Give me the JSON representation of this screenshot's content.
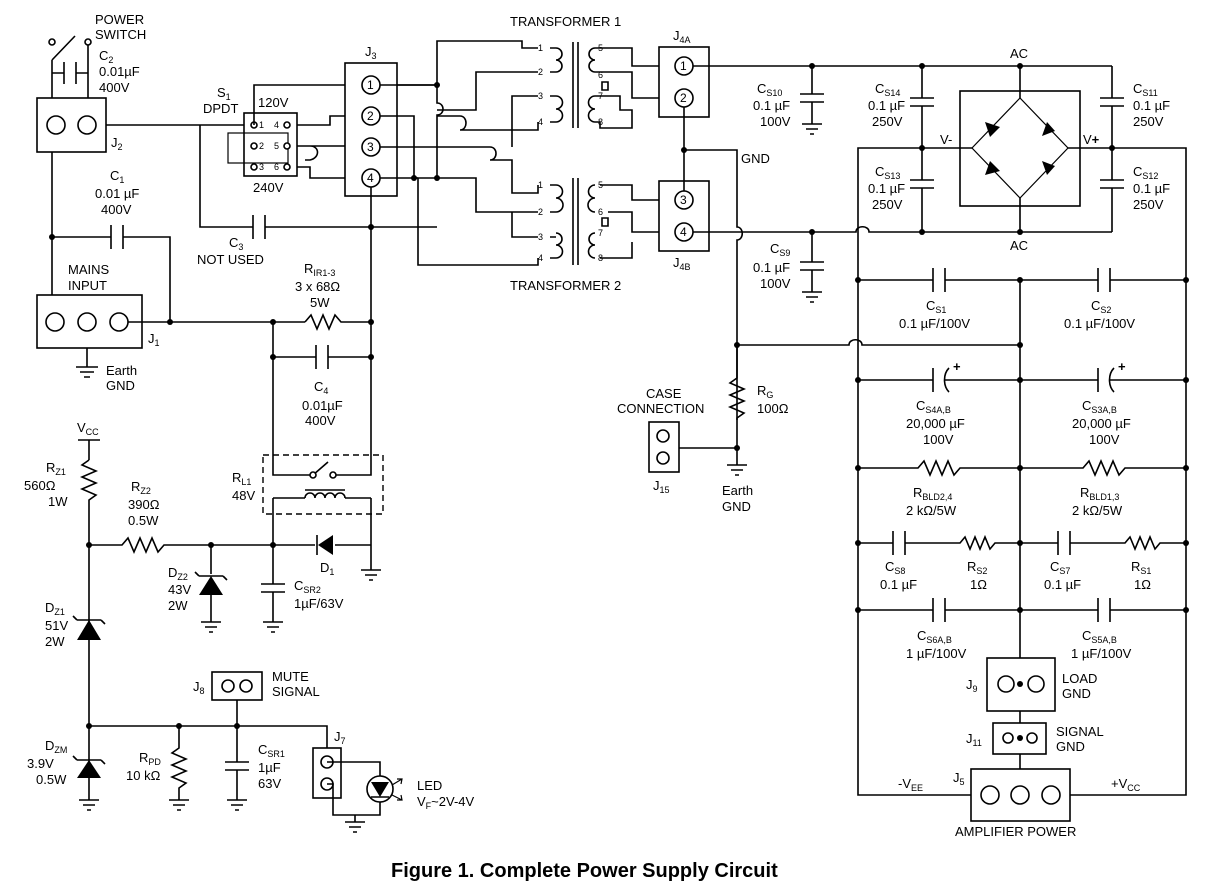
{
  "figure": {
    "caption": "Figure 1. Complete Power Supply Circuit"
  },
  "labels": {
    "power_switch_1": "POWER",
    "power_switch_2": "SWITCH",
    "c2": "C",
    "c2_sub": "2",
    "c2_val": "0.01µF",
    "c2_volt": "400V",
    "j2": "J",
    "j2_sub": "2",
    "s1": "S",
    "s1_sub": "1",
    "dpdt": "DPDT",
    "v120": "120V",
    "v240": "240V",
    "j3": "J",
    "j3_sub": "3",
    "c1": "C",
    "c1_sub": "1",
    "c1_val": "0.01 µF",
    "c1_volt": "400V",
    "c3": "C",
    "c3_sub": "3",
    "c3_note": "NOT  USED",
    "mains_1": "MAINS",
    "mains_2": "INPUT",
    "j1": "J",
    "j1_sub": "1",
    "earth_1": "Earth",
    "earth_2": "GND",
    "rir": "R",
    "rir_sub": "IR1-3",
    "rir_val": "3  x  68Ω",
    "rir_watt": "5W",
    "c4": "C",
    "c4_sub": "4",
    "c4_val": "0.01µF",
    "c4_volt": "400V",
    "rl1": "R",
    "rl1_sub": "L1",
    "rl1_volt": "48V",
    "vcc_top": "V",
    "vcc_top_sub": "CC",
    "rz1": "R",
    "rz1_sub": "Z1",
    "rz1_val": "560Ω",
    "rz1_watt": "1W",
    "rz2": "R",
    "rz2_sub": "Z2",
    "rz2_val": "390Ω",
    "rz2_watt": "0.5W",
    "dz2": "D",
    "dz2_sub": "Z2",
    "dz2_val": "43V",
    "dz2_watt": "2W",
    "csr2": "C",
    "csr2_sub": "SR2",
    "csr2_val": "1µF/63V",
    "d1": "D",
    "d1_sub": "1",
    "dz1": "D",
    "dz1_sub": "Z1",
    "dz1_val": "51V",
    "dz1_watt": "2W",
    "j8": "J",
    "j8_sub": "8",
    "mute_1": "MUTE",
    "mute_2": "SIGNAL",
    "dzm": "D",
    "dzm_sub": "ZM",
    "dzm_val": "3.9V",
    "dzm_watt": "0.5W",
    "rpd": "R",
    "rpd_sub": "PD",
    "rpd_val": "10 kΩ",
    "csr1": "C",
    "csr1_sub": "SR1",
    "csr1_val": "1µF",
    "csr1_volt": "63V",
    "j7": "J",
    "j7_sub": "7",
    "led": "LED",
    "vf": "V",
    "vf_sub": "F",
    "vf_val": "~2V-4V",
    "transformer1": "TRANSFORMER  1",
    "transformer2": "TRANSFORMER  2",
    "j4a": "J",
    "j4a_sub": "4A",
    "j4b": "J",
    "j4b_sub": "4B",
    "gnd": "GND",
    "cs10": "C",
    "cs10_sub": "S10",
    "cs10_val": "0.1 µF",
    "cs10_volt": "100V",
    "cs9": "C",
    "cs9_sub": "S9",
    "cs9_val": "0.1 µF",
    "cs9_volt": "100V",
    "case_1": "CASE",
    "case_2": "CONNECTION",
    "j15": "J",
    "j15_sub": "15",
    "rg": "R",
    "rg_sub": "G",
    "rg_val": "100Ω",
    "earth2_1": "Earth",
    "earth2_2": "GND",
    "ac_top": "AC",
    "ac_bottom": "AC",
    "vminus": "V-",
    "vplus": "V",
    "cs14": "C",
    "cs14_sub": "S14",
    "cs14_val": "0.1 µF",
    "cs14_volt": "250V",
    "cs11": "C",
    "cs11_sub": "S11",
    "cs11_val": "0.1 µF",
    "cs11_volt": "250V",
    "cs13": "C",
    "cs13_sub": "S13",
    "cs13_val": "0.1 µF",
    "cs13_volt": "250V",
    "cs12": "C",
    "cs12_sub": "S12",
    "cs12_val": "0.1 µF",
    "cs12_volt": "250V",
    "cs1": "C",
    "cs1_sub": "S1",
    "cs1_val": "0.1 µF/100V",
    "cs2": "C",
    "cs2_sub": "S2",
    "cs2_val": "0.1 µF/100V",
    "cs4": "C",
    "cs4_sub": "S4A,B",
    "cs4_val": "20,000 µF",
    "cs4_volt": "100V",
    "cs3": "C",
    "cs3_sub": "S3A,B",
    "cs3_val": "20,000 µF",
    "cs3_volt": "100V",
    "rbld24": "R",
    "rbld24_sub": "BLD2,4",
    "rbld24_val": "2 kΩ/5W",
    "rbld13": "R",
    "rbld13_sub": "BLD1,3",
    "rbld13_val": "2 kΩ/5W",
    "cs8": "C",
    "cs8_sub": "S8",
    "cs8_val": "0.1 µF",
    "rs2": "R",
    "rs2_sub": "S2",
    "rs2_val": "1Ω",
    "cs7": "C",
    "cs7_sub": "S7",
    "cs7_val": "0.1 µF",
    "rs1": "R",
    "rs1_sub": "S1",
    "rs1_val": "1Ω",
    "cs6": "C",
    "cs6_sub": "S6A,B",
    "cs6_val": "1 µF/100V",
    "cs5": "C",
    "cs5_sub": "S5A,B",
    "cs5_val": "1 µF/100V",
    "j9": "J",
    "j9_sub": "9",
    "load_1": "LOAD",
    "load_2": "GND",
    "j11": "J",
    "j11_sub": "11",
    "signal_1": "SIGNAL",
    "signal_2": "GND",
    "j5": "J",
    "j5_sub": "5",
    "vee": "-V",
    "vee_sub": "EE",
    "vcc": "+V",
    "vcc_sub": "CC",
    "amp_power": "AMPLIFIER   POWER",
    "plus": "+"
  },
  "pins": {
    "j3": [
      "1",
      "2",
      "3",
      "4"
    ],
    "j4a": [
      "1",
      "2"
    ],
    "j4b": [
      "3",
      "4"
    ],
    "s1": [
      "1",
      "4",
      "2",
      "5",
      "3",
      "6"
    ],
    "t1_primary": [
      "1",
      "2",
      "3",
      "4"
    ],
    "t1_secondary": [
      "5",
      "6",
      "7",
      "8"
    ],
    "t2_primary": [
      "1",
      "2",
      "3",
      "4"
    ],
    "t2_secondary": [
      "5",
      "6",
      "7",
      "8"
    ]
  }
}
